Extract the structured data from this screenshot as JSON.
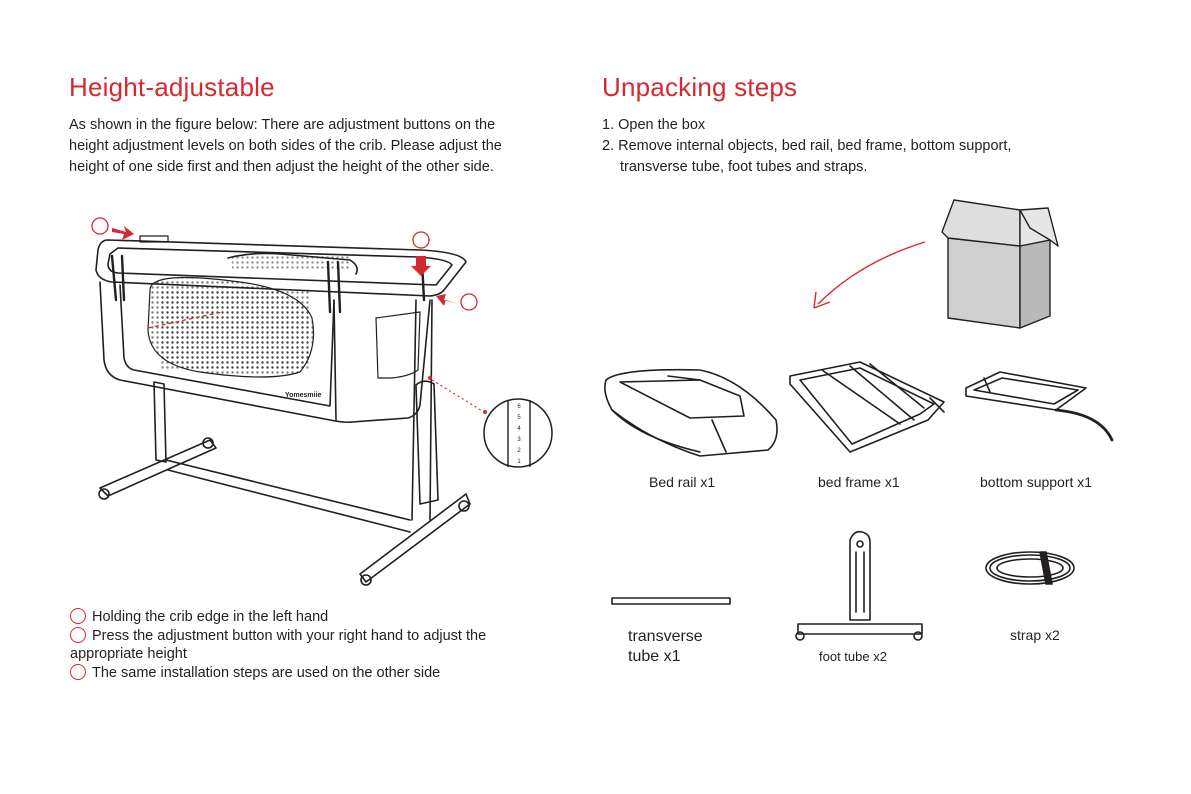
{
  "left": {
    "heading": "Height-adjustable",
    "intro_lines": [
      "As shown in the figure below: There are adjustment buttons on the",
      "height adjustment levels on both sides of the crib. Please adjust the",
      "height of one side first and then adjust the height of the other side."
    ],
    "brand": "Yomesmiie",
    "scale_marks": [
      "6",
      "5",
      "4",
      "3",
      "2",
      "1"
    ],
    "steps": [
      "Holding the crib edge in the left hand",
      "Press the adjustment button with your right hand to adjust the",
      "appropriate height",
      "The same installation steps are used on the other side"
    ]
  },
  "right": {
    "heading": "Unpacking steps",
    "step_lines": [
      "1. Open the box",
      "2. Remove internal objects, bed rail, bed frame, bottom support,",
      "transverse  tube, foot tubes and straps."
    ],
    "parts": {
      "bed_rail": "Bed rail x1",
      "bed_frame": "bed frame x1",
      "bottom_support": "bottom support x1",
      "transverse_line1": "transverse",
      "transverse_line2": "tube x1",
      "foot_tube": "foot tube x2",
      "strap": "strap x2"
    }
  },
  "colors": {
    "accent": "#d7282f",
    "text": "#231f20",
    "box": "#cfcfcf"
  }
}
